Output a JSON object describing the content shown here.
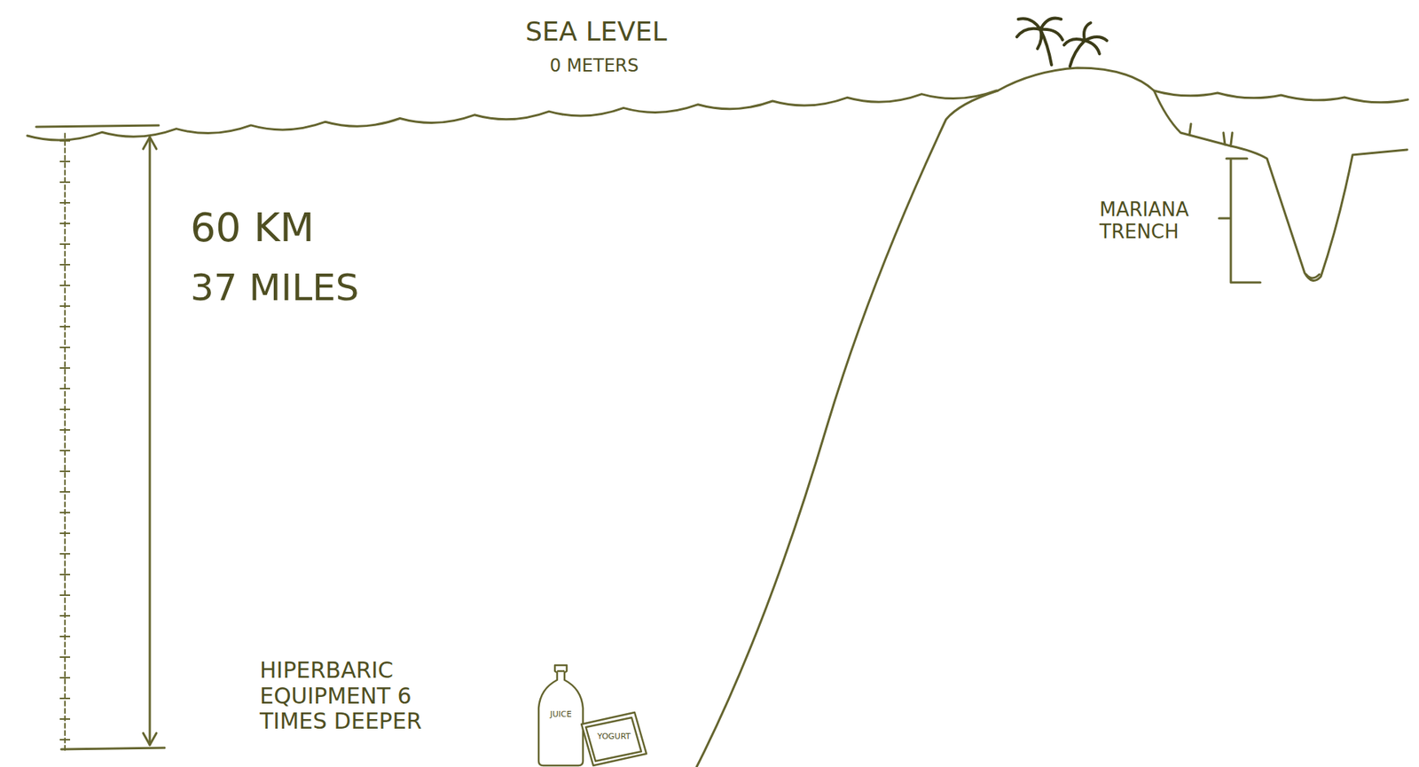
{
  "diagram": {
    "nodes": [
      {
        "text": [
          "JUICE"
        ]
      },
      {
        "text": [
          "YOGURT"
        ]
      }
    ],
    "labels": [
      "SEA LEVEL",
      "0 METERS",
      "60 KM",
      "37 MILES",
      "MARIANA TRENCH",
      "HIPERBARIC EQUIPMENT 6 TIMES DEEPER"
    ]
  }
}
